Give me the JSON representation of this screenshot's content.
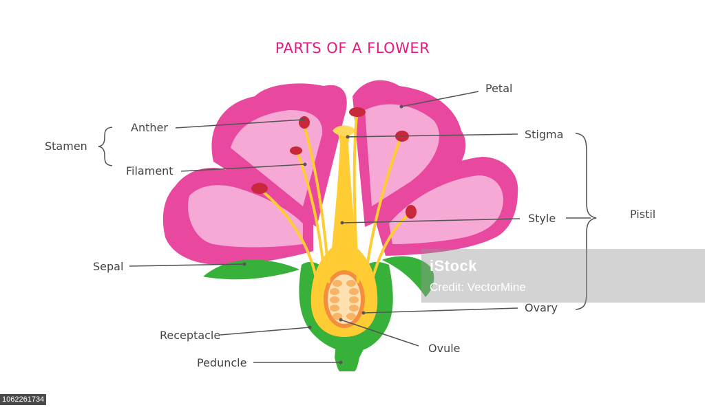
{
  "title": "PARTS OF A FLOWER",
  "labels": {
    "petal": "Petal",
    "anther": "Anther",
    "stamen": "Stamen",
    "filament": "Filament",
    "stigma": "Stigma",
    "pistil": "Pistil",
    "style": "Style",
    "sepal": "Sepal",
    "ovary": "Ovary",
    "receptacle": "Receptacle",
    "ovule": "Ovule",
    "peduncle": "Peduncle"
  },
  "watermark": {
    "logo": "iStock",
    "credit": "Credit: VectorMine"
  },
  "stock_id": "1062261734",
  "colors": {
    "title": "#e6197f",
    "petal": "#e8489e",
    "petal_light": "#f7a9d6",
    "sepal": "#38b13a",
    "yellow": "#ffcc33",
    "anther": "#c8283a"
  }
}
